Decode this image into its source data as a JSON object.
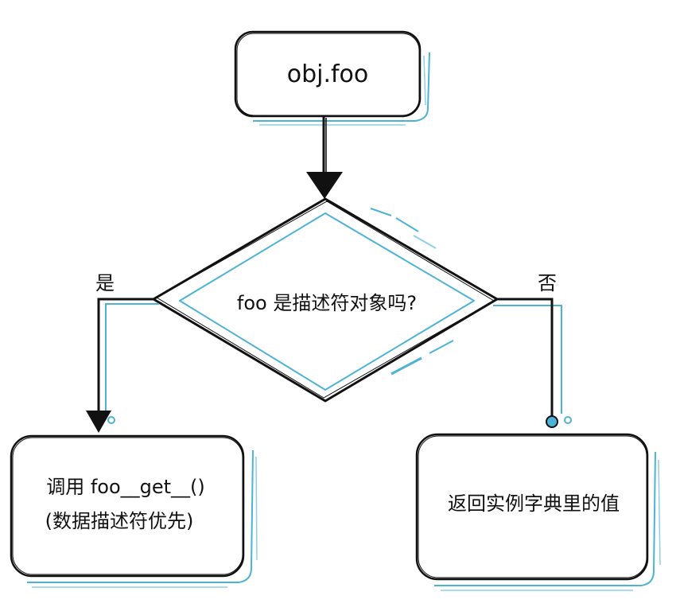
{
  "diagram": {
    "type": "flowchart",
    "nodes": {
      "start": {
        "label": "obj.foo"
      },
      "decision": {
        "label": "foo 是描述符对象吗?"
      },
      "yes_result": {
        "line1": "调用 foo__get__()",
        "line2": "(数据描述符优先)"
      },
      "no_result": {
        "label": "返回实例字典里的值"
      }
    },
    "branches": {
      "yes_label": "是",
      "no_label": "否"
    },
    "colors": {
      "stroke": "#111111",
      "accent": "#4db3d6",
      "accent_light": "#8fd0e6",
      "background": "#ffffff"
    }
  }
}
